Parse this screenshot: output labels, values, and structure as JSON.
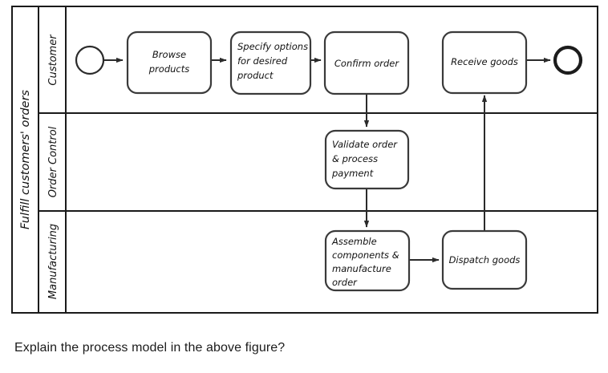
{
  "figure": {
    "type": "bpmn-process-diagram",
    "pool": {
      "label": "Fulfill customers' orders"
    },
    "lanes": [
      {
        "id": "customer",
        "label": "Customer"
      },
      {
        "id": "order-control",
        "label": "Order Control"
      },
      {
        "id": "manufacturing",
        "label": "Manufacturing"
      }
    ],
    "events": [
      {
        "id": "start-event",
        "kind": "start",
        "lane": "customer"
      },
      {
        "id": "end-event",
        "kind": "end",
        "lane": "customer"
      }
    ],
    "tasks": [
      {
        "id": "browse-products",
        "lane": "customer",
        "label": "Browse\nproducts",
        "align": "center"
      },
      {
        "id": "specify-options",
        "lane": "customer",
        "label": "Specify options\nfor desired\nproduct",
        "align": "left"
      },
      {
        "id": "confirm-order",
        "lane": "customer",
        "label": "Confirm order",
        "align": "center"
      },
      {
        "id": "receive-goods",
        "lane": "customer",
        "label": "Receive goods",
        "align": "center"
      },
      {
        "id": "validate-order",
        "lane": "order-control",
        "label": "Validate order\n& process\npayment",
        "align": "left"
      },
      {
        "id": "assemble-components",
        "lane": "manufacturing",
        "label": "Assemble\ncomponents &\nmanufacture\norder",
        "align": "left"
      },
      {
        "id": "dispatch-goods",
        "lane": "manufacturing",
        "label": "Dispatch goods",
        "align": "center"
      }
    ],
    "flows": [
      {
        "from": "start-event",
        "to": "browse-products"
      },
      {
        "from": "browse-products",
        "to": "specify-options"
      },
      {
        "from": "specify-options",
        "to": "confirm-order"
      },
      {
        "from": "confirm-order",
        "to": "validate-order"
      },
      {
        "from": "validate-order",
        "to": "assemble-components"
      },
      {
        "from": "assemble-components",
        "to": "dispatch-goods"
      },
      {
        "from": "dispatch-goods",
        "to": "receive-goods"
      },
      {
        "from": "receive-goods",
        "to": "end-event"
      }
    ],
    "labels": {
      "browse_products_l1": "Browse",
      "browse_products_l2": "products",
      "specify_options_l1": "Specify options",
      "specify_options_l2": "for desired",
      "specify_options_l3": "product",
      "confirm_order_l1": "Confirm order",
      "receive_goods_l1": "Receive goods",
      "validate_order_l1": "Validate order",
      "validate_order_l2": "& process",
      "validate_order_l3": "payment",
      "assemble_l1": "Assemble",
      "assemble_l2": "components &",
      "assemble_l3": "manufacture",
      "assemble_l4": "order",
      "dispatch_goods_l1": "Dispatch goods",
      "lane_customer": "Customer",
      "lane_order_control": "Order Control",
      "lane_manufacturing": "Manufacturing",
      "pool_title": "Fulfill customers' orders"
    },
    "colors": {
      "line": "#2b2b2b",
      "frame": "#1a1a1a",
      "text": "#111111",
      "background": "#ffffff"
    }
  },
  "caption": {
    "text": "Explain the process model in the above figure?"
  }
}
